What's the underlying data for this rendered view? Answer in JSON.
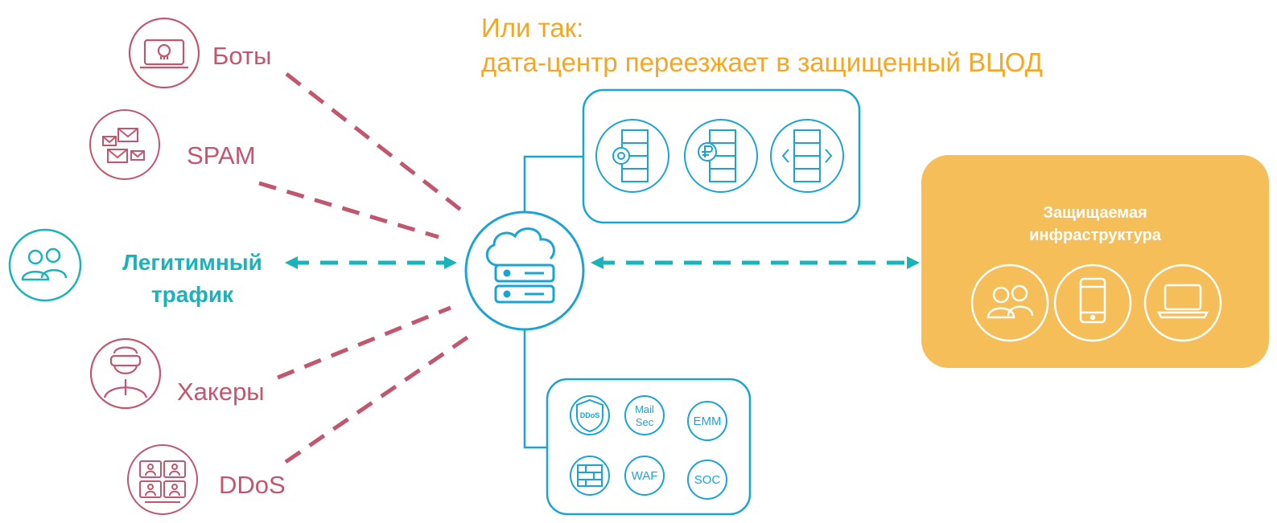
{
  "title": {
    "line1": "Или так:",
    "line2": "дата-центр переезжает в защищенный ВЦОД"
  },
  "threats": {
    "bots": "Боты",
    "spam": "SPAM",
    "hackers": "Хакеры",
    "ddos": "DDoS"
  },
  "legit": {
    "line1": "Легитимный",
    "line2": "трафик"
  },
  "infrastructure": {
    "line1": "Защищаемая",
    "line2": "инфраструктура"
  },
  "security_services": {
    "ddos_shield": "DDoS",
    "mail_sec_line1": "Mail",
    "mail_sec_line2": "Sec",
    "emm": "EMM",
    "waf": "WAF",
    "soc": "SOC"
  },
  "colors": {
    "threat": "#C2566E",
    "legit": "#1BB3BA",
    "blue": "#1BA3D6",
    "title": "#F5A623",
    "infra_bg": "#F5BE58"
  },
  "icons": {
    "bots": "skull-laptop-icon",
    "spam": "envelopes-icon",
    "legit": "users-icon",
    "hackers": "vr-hacker-icon",
    "ddos": "monitor-grid-icon",
    "hub": "cloud-server-icon",
    "servers": [
      "server-gear-icon",
      "server-ruble-icon",
      "server-code-icon"
    ],
    "infra": [
      "users-icon",
      "smartphone-icon",
      "laptop-icon"
    ]
  }
}
